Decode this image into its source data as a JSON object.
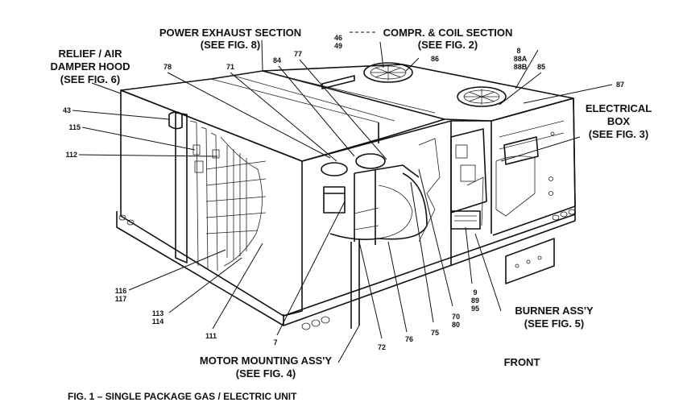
{
  "figure": {
    "caption": "FIG. 1 – SINGLE PACKAGE GAS / ELECTRIC UNIT",
    "front_label": "FRONT",
    "top_cut_text": "—"
  },
  "callouts": {
    "power_exhaust": [
      "POWER EXHAUST SECTION",
      "(SEE FIG. 8)"
    ],
    "compr_coil": [
      "COMPR. & COIL SECTION",
      "(SEE FIG. 2)"
    ],
    "relief_hood": [
      "RELIEF / AIR",
      "DAMPER HOOD",
      "(SEE FIG. 6)"
    ],
    "electrical_box": [
      "ELECTRICAL",
      "BOX",
      "(SEE FIG. 3)"
    ],
    "burner": [
      "BURNER ASS'Y",
      "(SEE FIG. 5)"
    ],
    "motor_mounting": [
      "MOTOR MOUNTING ASS'Y",
      "(SEE FIG. 4)"
    ]
  },
  "part_numbers": {
    "p78": "78",
    "p71": "71",
    "p84": "84",
    "p77": "77",
    "p46": "46",
    "p49": "49",
    "p86": "86",
    "p8": "8",
    "p88a": "88A",
    "p88b": "88B",
    "p85": "85",
    "p87": "87",
    "p43": "43",
    "p115": "115",
    "p112": "112",
    "p116": "116",
    "p117": "117",
    "p113": "113",
    "p114": "114",
    "p111": "111",
    "p7": "7",
    "p72": "72",
    "p76": "76",
    "p75": "75",
    "p70": "70",
    "p80": "80",
    "p9": "9",
    "p89": "89",
    "p95": "95"
  }
}
